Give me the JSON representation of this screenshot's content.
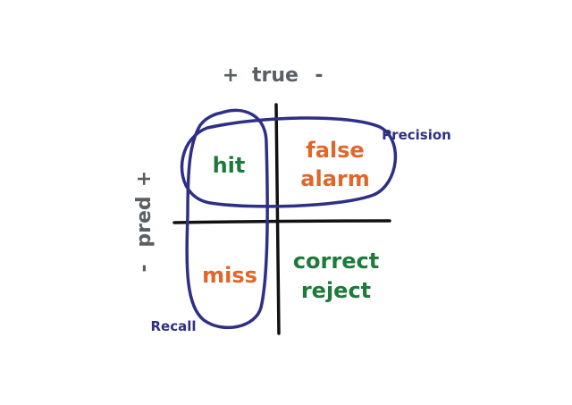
{
  "axes": {
    "top": {
      "plus": "+",
      "label": "true",
      "minus": "-"
    },
    "left": {
      "plus": "+",
      "label": "pred",
      "minus": "-"
    }
  },
  "cells": {
    "hit": "hit",
    "false_alarm": [
      "false",
      "alarm"
    ],
    "miss": "miss",
    "correct_reject": [
      "correct",
      "reject"
    ]
  },
  "loops": {
    "precision": "Precision",
    "recall": "Recall"
  },
  "colors": {
    "axis_text": "#5a5f63",
    "green": "#1d7a3a",
    "orange": "#e0662a",
    "blue": "#2e2f86",
    "lines": "#111111"
  }
}
